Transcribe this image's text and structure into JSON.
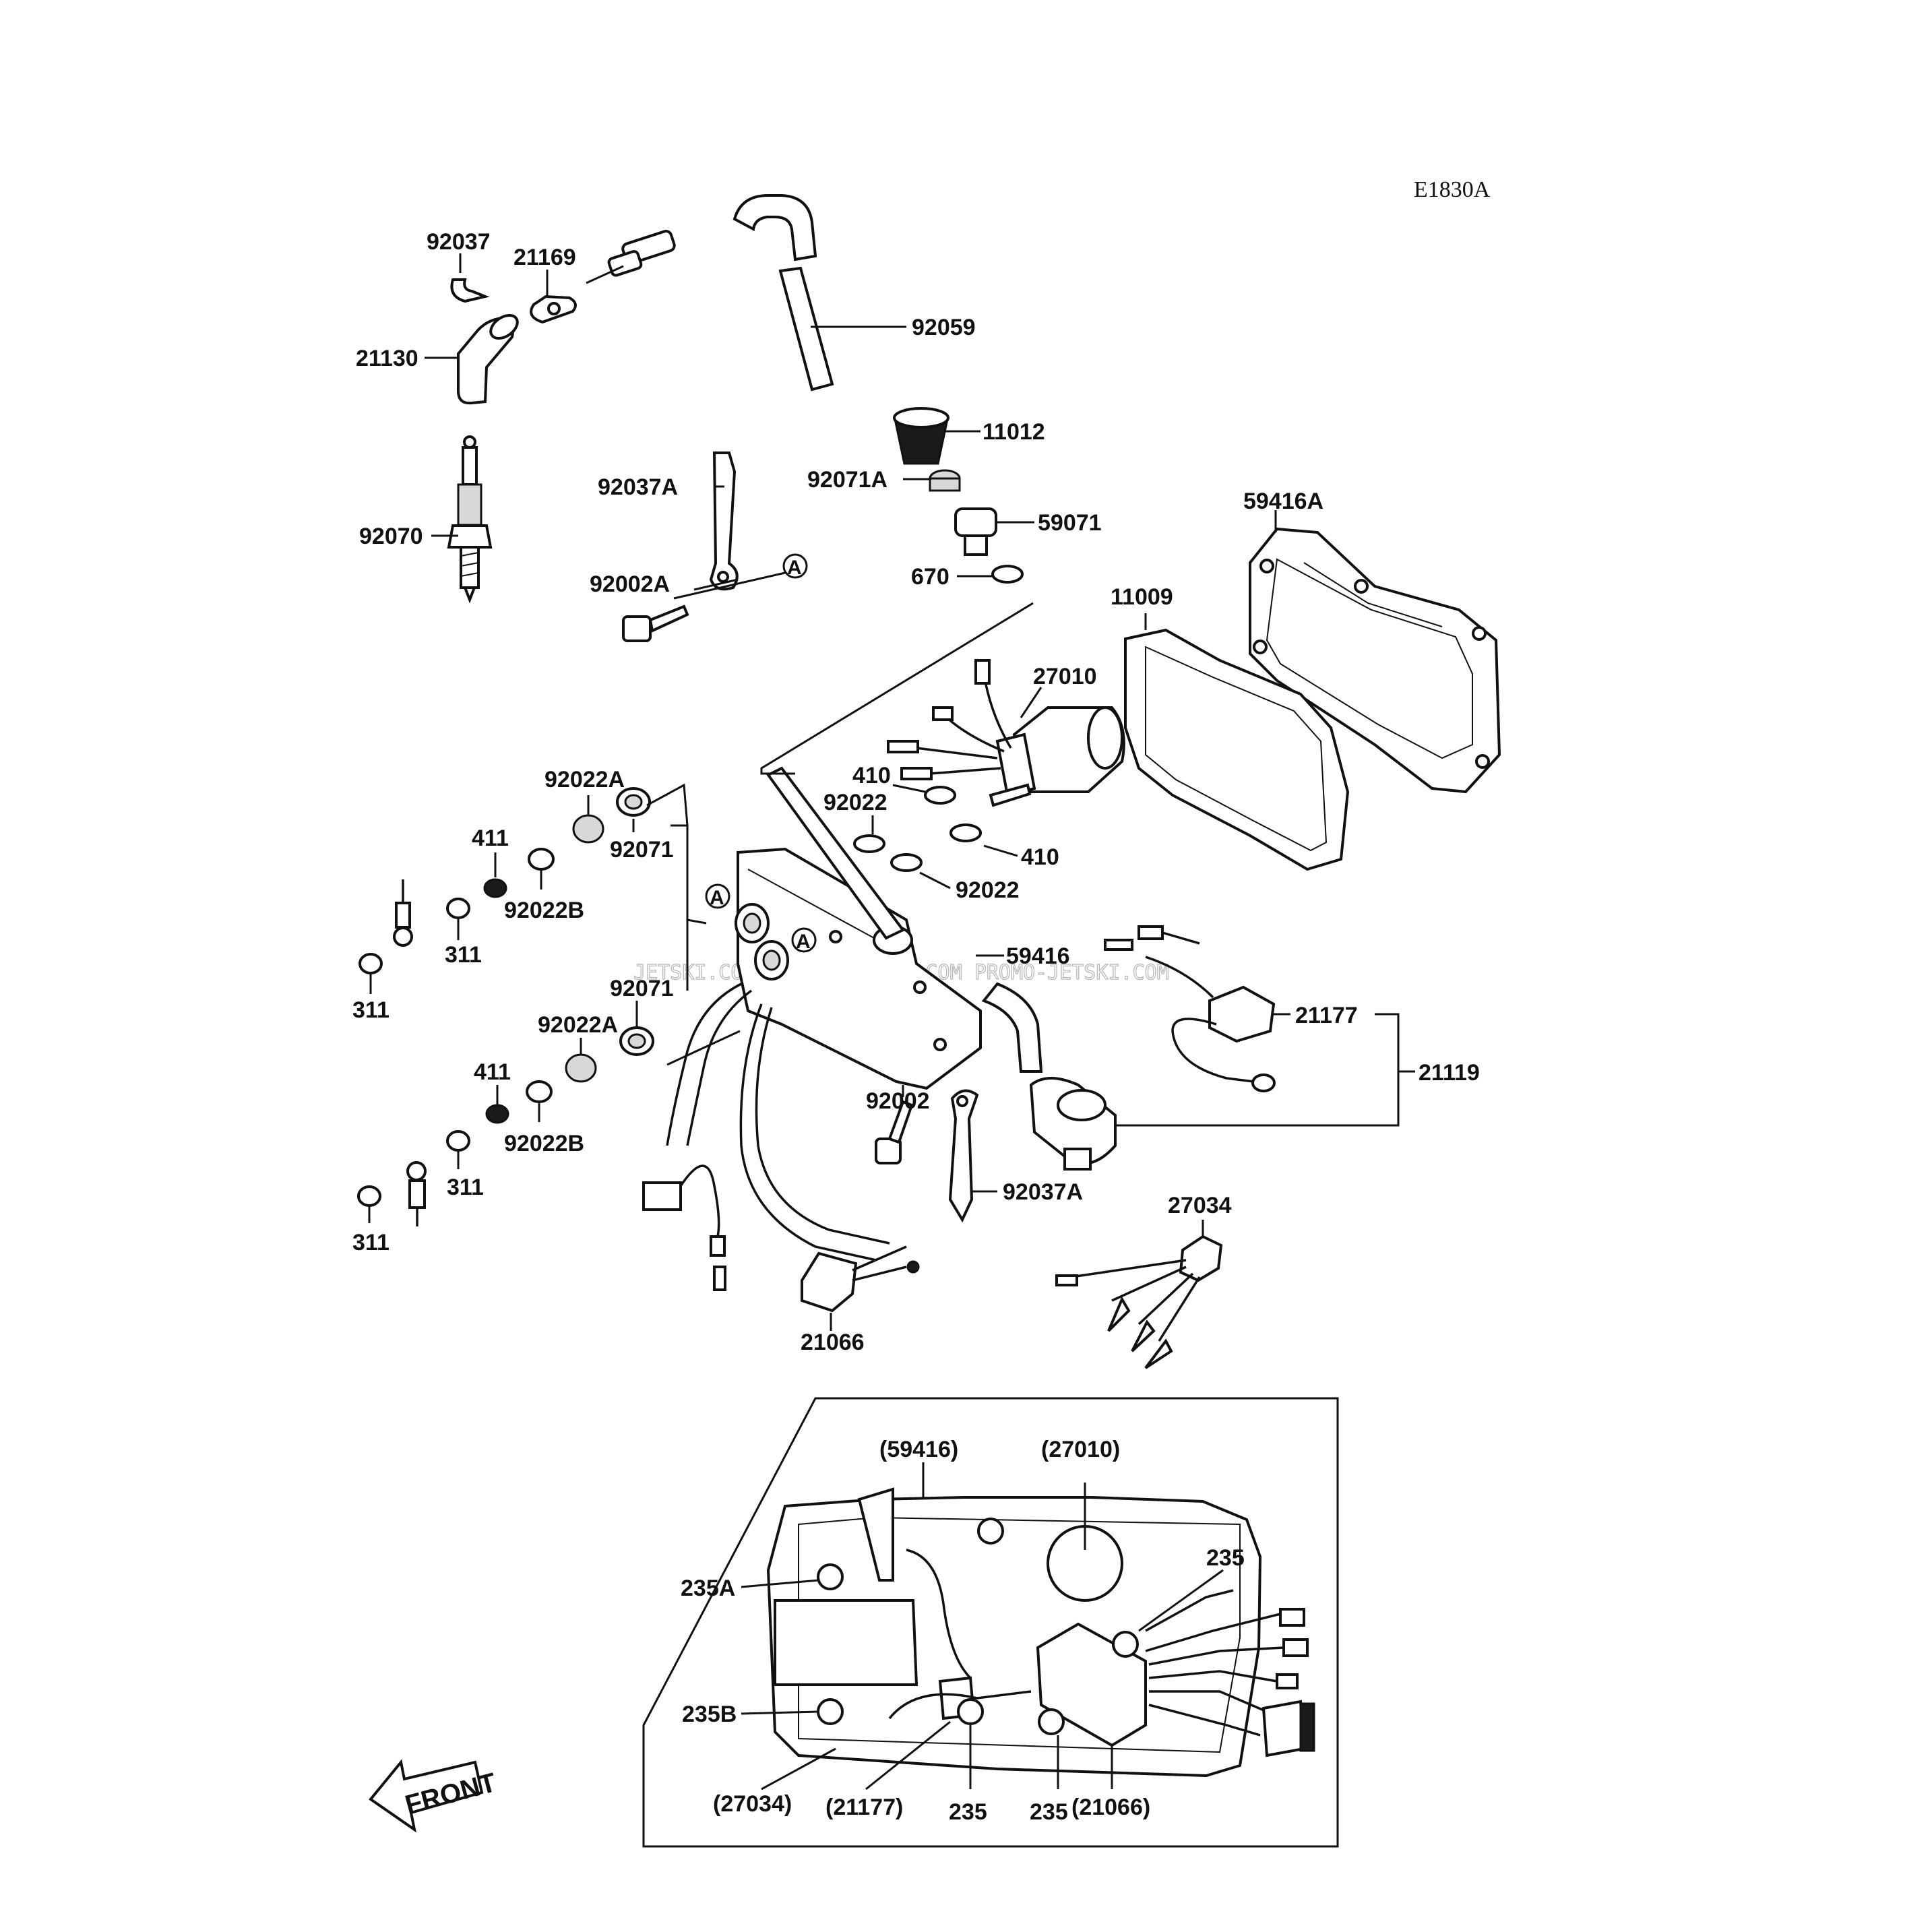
{
  "drawing_code": "E1830A",
  "front_label": "FRONT",
  "watermark": "JETSKI.COM PROMO-JETSKI.COM PROMO-JETSKI.COM",
  "labels": {
    "p92037": "92037",
    "p21169": "21169",
    "p21130": "21130",
    "p92059": "92059",
    "p11012": "11012",
    "p92071A": "92071A",
    "p92037A_top": "92037A",
    "p59071": "59071",
    "p92070": "92070",
    "p670": "670",
    "p92002A": "92002A",
    "p59416A": "59416A",
    "p11009": "11009",
    "p27010": "27010",
    "p92022A_top": "92022A",
    "p410_a": "410",
    "p92022_a": "92022",
    "p410_b": "410",
    "p92022_b": "92022",
    "p411_top": "411",
    "p92071_top": "92071",
    "p92022B_top": "92022B",
    "p311_a": "311",
    "p311_b": "311",
    "p59416": "59416",
    "p92071_mid": "92071",
    "p92022A_mid": "92022A",
    "p21177": "21177",
    "p21119": "21119",
    "p411_bot": "411",
    "p92022B_bot": "92022B",
    "p92002": "92002",
    "p92037A_bot": "92037A",
    "p311_c": "311",
    "p311_d": "311",
    "p27034": "27034",
    "p21066": "21066",
    "marker_a": "A",
    "inset": {
      "ref59416": "(59416)",
      "ref27010": "(27010)",
      "p235_right": "235",
      "p235A": "235A",
      "p235B": "235B",
      "ref27034": "(27034)",
      "ref21177": "(21177)",
      "p235_left": "235",
      "p235_mid": "235",
      "ref21066": "(21066)"
    }
  }
}
